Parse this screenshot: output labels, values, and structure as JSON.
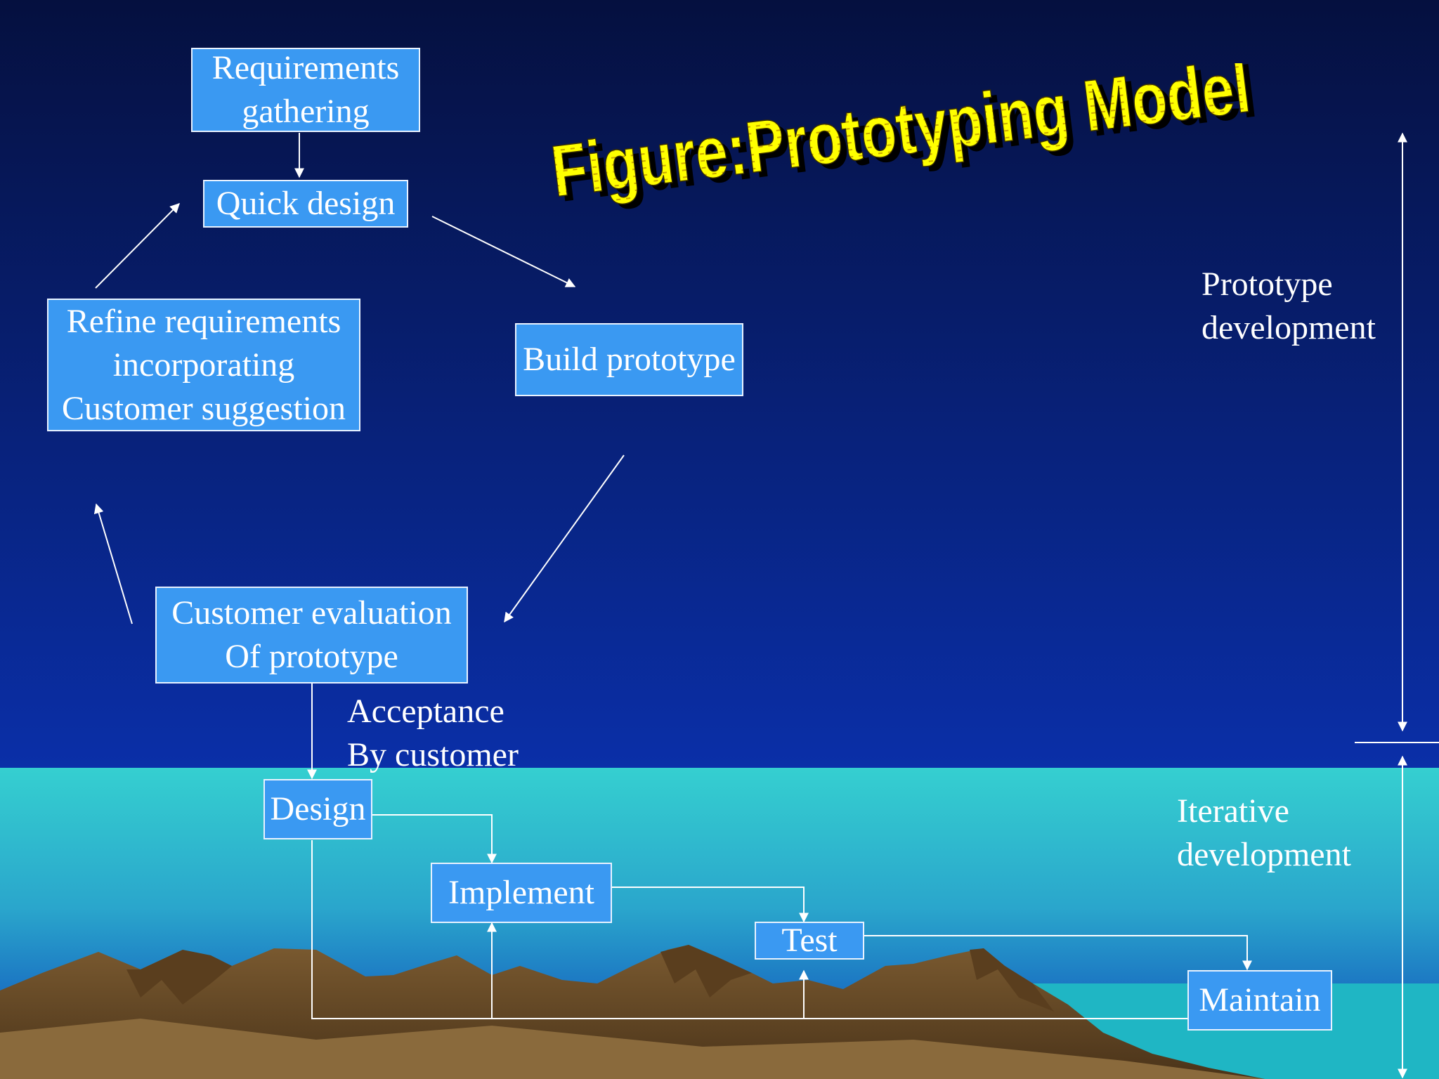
{
  "title": "Figure:Prototyping Model",
  "colors": {
    "sky_top": "#05103f",
    "sky_bottom": "#0a2fa8",
    "sea_top": "#35cfd0",
    "sea_bottom": "#0b3fb8",
    "box_fill": "#3a99f2",
    "title_fill": "#ffff00",
    "title_shadow": "#000000",
    "mountain": "#6e4f28"
  },
  "boxes": {
    "requirements": [
      "Requirements",
      "gathering"
    ],
    "quick_design": [
      "Quick design"
    ],
    "build_prototype": [
      "Build prototype"
    ],
    "refine": [
      "Refine requirements",
      "incorporating",
      "Customer suggestion"
    ],
    "customer_eval": [
      "Customer evaluation",
      "Of prototype"
    ],
    "design": [
      "Design"
    ],
    "implement": [
      "Implement"
    ],
    "test": [
      "Test"
    ],
    "maintain": [
      "Maintain"
    ]
  },
  "labels": {
    "acceptance": [
      "Acceptance",
      "By customer"
    ],
    "prototype_dev": [
      "Prototype",
      "development"
    ],
    "iterative_dev": [
      "Iterative",
      "development"
    ]
  }
}
